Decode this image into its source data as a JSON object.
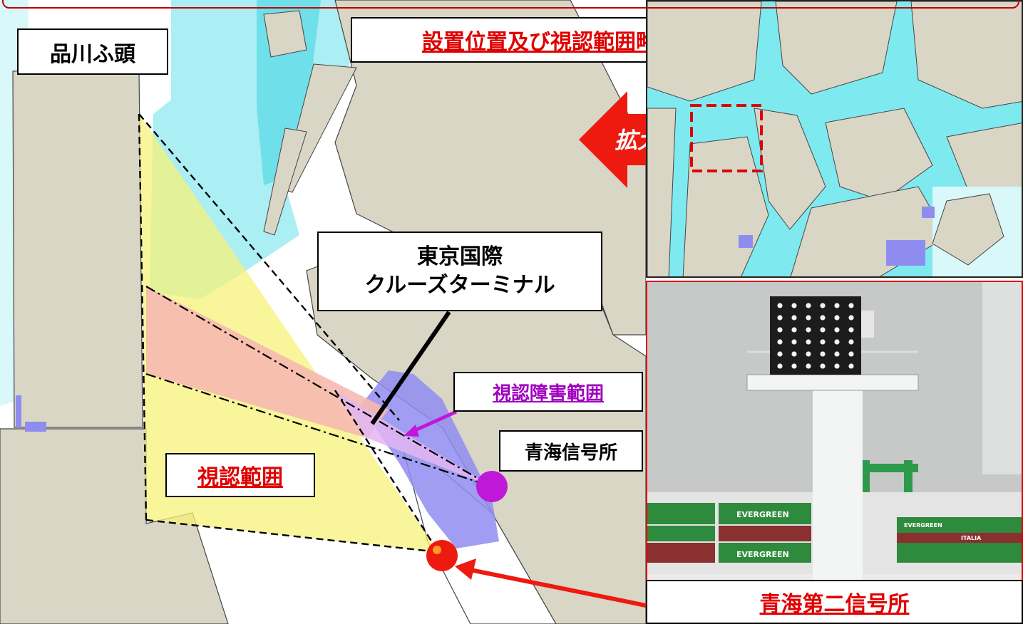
{
  "labels": {
    "title": "設置位置及び視認範囲略図",
    "wharf": "品川ふ頭",
    "terminal_line1": "東京国際",
    "terminal_line2": "クルーズターミナル",
    "obstruction": "視認障害範囲",
    "visible_range": "視認範囲",
    "station1": "青海信号所",
    "station2": "青海第二信号所",
    "zoom": "拡大"
  },
  "photo": {
    "container_text": "EVERGREEN",
    "container_text_2": "ITALIA"
  },
  "colors": {
    "land": "#d9d6c6",
    "water_pale": "#d8f8fa",
    "water_cyan": "#7fe9f0",
    "visible_yellow": "#f5f27a",
    "obstruct_pink": "#f6b9b0",
    "obstruct_purple": "#e3b6f2",
    "terminal_blue": "#8f8cf0",
    "accent_red": "#e00000",
    "station_magenta": "#c018d8",
    "station_red": "#ee1a10"
  }
}
